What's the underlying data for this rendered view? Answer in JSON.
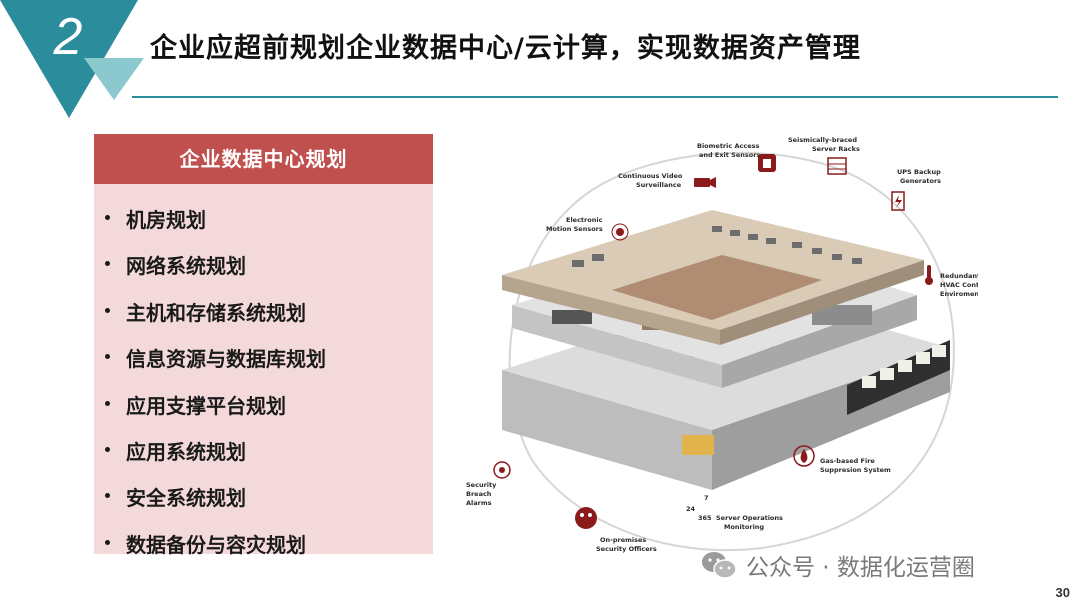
{
  "slide_number": "2",
  "title": "企业应超前规划企业数据中心/云计算，实现数据资产管理",
  "panel": {
    "header": "企业数据中心规划",
    "items": [
      "机房规划",
      "网络系统规划",
      "主机和存储系统规划",
      "信息资源与数据库规划",
      "应用支撑平台规划",
      "应用系统规划",
      "安全系统规划",
      "数据备份与容灾规划"
    ]
  },
  "illustration": {
    "labels": {
      "biometric_1": "Biometric Access",
      "biometric_2": "and Exit Sensors",
      "racks_1": "Seismically-braced",
      "racks_2": "Server Racks",
      "ups_1": "UPS Backup",
      "ups_2": "Generators",
      "video_1": "Continuous Video",
      "video_2": "Surveillance",
      "motion_1": "Electronic",
      "motion_2": "Motion Sensors",
      "hvac_1": "Redundant",
      "hvac_2": "HVAC Controlled",
      "hvac_3": "Enviroment",
      "fire_1": "Gas-based Fire",
      "fire_2": "Suppresion System",
      "alarm_1": "Security",
      "alarm_2": "Breach",
      "alarm_3": "Alarms",
      "ops_1": "Server Operations",
      "ops_2": "Monitoring",
      "ops_badge_top": "7",
      "ops_badge_left": "24",
      "ops_badge_right": "365",
      "officers_1": "On-premises",
      "officers_2": "Security Officers"
    }
  },
  "watermark": {
    "icon": "wechat-icon",
    "text": "公众号 · 数据化运营圈"
  },
  "page_number": "30",
  "colors": {
    "teal": "#2b8c9b",
    "teal_light": "#8cc9cf",
    "panel_header": "#c0504d",
    "panel_body": "#f4d9da",
    "accent_red": "#8b1a1a"
  }
}
